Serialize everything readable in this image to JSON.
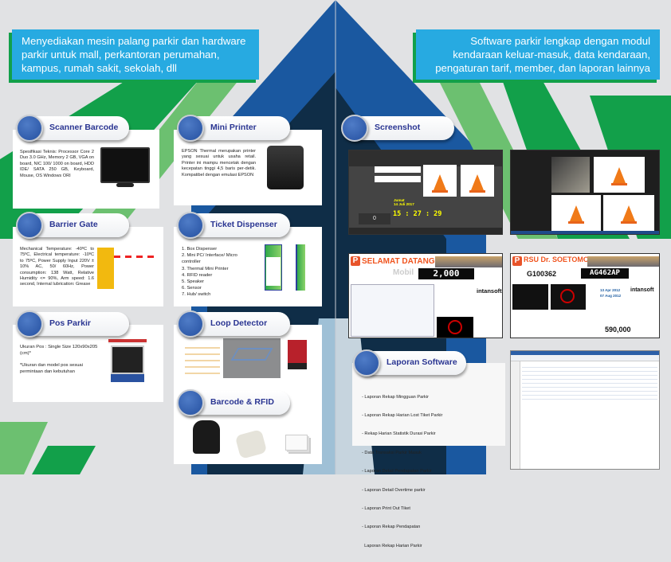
{
  "left_header": "Menyediakan mesin palang parkir dan hardware parkir untuk mall, perkantoran perumahan, kampus, rumah sakit, sekolah, dll",
  "right_header": "Software parkir lengkap dengan modul kendaraan keluar-masuk, data kendaraan, pengaturan tarif, member, dan laporan lainnya",
  "products": {
    "scanner": {
      "title": "Scanner Barcode",
      "text": "Spesifikasi Teknis: Processor Core 2 Duo 3.0 GHz, Memory 2 GB, VGA on board, NIC 100/ 1000 on board, HDD IDE/ SATA 250 GB, Keyboard, Mouse, OS Windows ORI"
    },
    "printer": {
      "title": "Mini Printer",
      "text": "EPSON Thermal merupakan printer yang sesuai untuk usaha retail. Printer ini mampu mencetak dengan kecepatan tinggi 4,5 baris per-detik. Kompatibel dengan emulasi EPSON"
    },
    "barrier": {
      "title": "Barrier Gate",
      "text": "Mechanical Temperature: -40ºC to 75ºC, Electrical temperature: -10ºC to 75ºC, Power Supply Input 220V ± 10% AC, 50/ 60Hz, Power consumption: 138 Watt, Relative Humidity <= 90%, Arm speed: 1.6 second, Internal lubrication: Grease"
    },
    "dispenser": {
      "title": "Ticket Dispenser",
      "items": [
        "1. Box Dispenser",
        "2. Mini PC/ Interface/ Micro controller",
        "3. Thermal Mini Printer",
        "4. RFID reader",
        "5. Speaker",
        "6. Sensor",
        "7. Hub/ switch"
      ]
    },
    "pos": {
      "title": "Pos Parkir",
      "size": "Ukuran Pos : Single Size 120x90x205 (cm)*",
      "note": "*Ukuran dan model pos sesuai permintaan dan kebutuhan"
    },
    "loop": {
      "title": "Loop Detector"
    },
    "rfid": {
      "title": "Barcode & RFID"
    }
  },
  "screenshot": {
    "title": "Screenshot",
    "app1": {
      "day": "Jumat",
      "date": "14 Juli 2017",
      "time": "15 : 27 : 29",
      "count": "0"
    },
    "app3": {
      "banner": "SELAMAT DATANG",
      "vehicle": "Mobil",
      "tariff": "2,000",
      "brand": "intansoft"
    },
    "app4": {
      "banner": "RSU Dr. SOETOMO",
      "plate_in": "G100362",
      "plate_out": "AG462AP",
      "date_in": "13 Apr 2012",
      "date_out": "07 Aug 2012",
      "total": "590,000",
      "brand": "intansoft"
    }
  },
  "reports": {
    "title": "Laporan Software",
    "items": [
      "- Laporan Rekap Mingguan Parkir",
      "- Laporan Rekap Harian Lost Tiket Parkir",
      "- Rekap Harian Statistik Durasi Parkir",
      "- Data Transaksi Parkir Masuk",
      "- Laporan Detail Pendapatan Parkir",
      "- Laporan Detail Overtime parkir",
      "- Laporan Print Out Tiket",
      "- Laporan Rekap Pendapatan",
      "  Laporan Rekap Harian Parkir"
    ]
  }
}
